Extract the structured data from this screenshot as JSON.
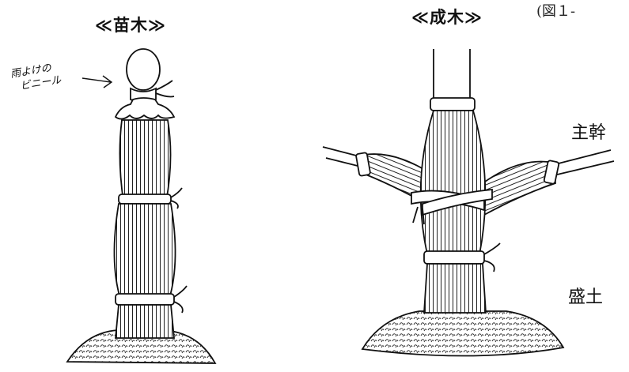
{
  "labels": {
    "seedling_title": "≪苗木≫",
    "mature_title": "≪成木≫",
    "corner_text": "(図１-",
    "main_trunk": "主幹",
    "mound": "盛土",
    "vinyl_note_line1": "雨よけの",
    "vinyl_note_line2": "ビニール"
  }
}
